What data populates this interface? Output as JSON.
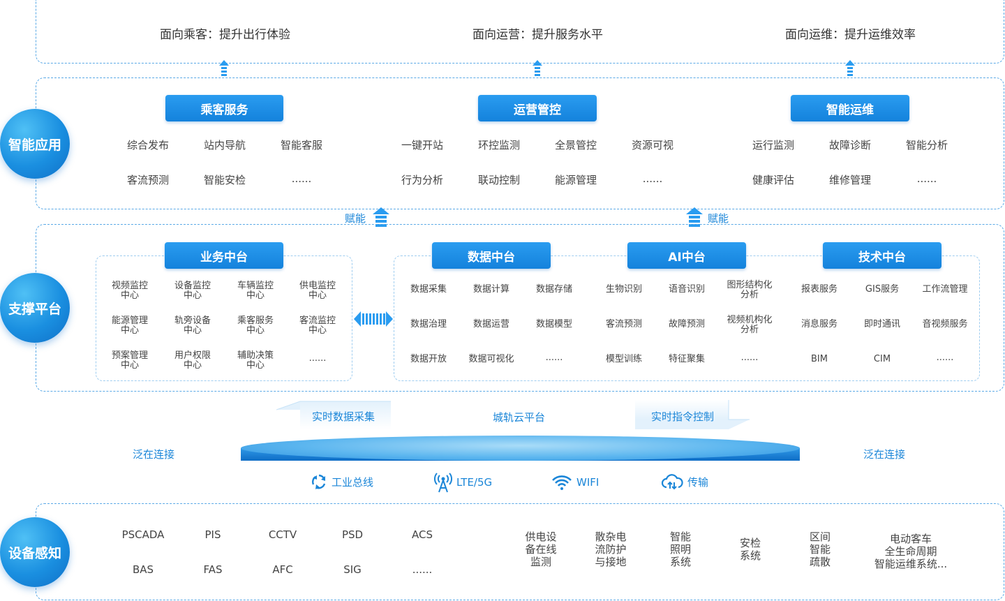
{
  "goals": [
    "面向乘客：提升出行体验",
    "面向运营：提升服务水平",
    "面向运维：提升运维效率"
  ],
  "layers": {
    "app": "智能应用",
    "platform": "支撑平台",
    "device": "设备感知"
  },
  "app_groups": [
    {
      "title": "乘客服务",
      "rows": [
        [
          "综合发布",
          "站内导航",
          "智能客服"
        ],
        [
          "客流预测",
          "智能安检",
          "......"
        ]
      ]
    },
    {
      "title": "运营管控",
      "rows": [
        [
          "一键开站",
          "环控监测",
          "全景管控",
          "资源可视"
        ],
        [
          "行为分析",
          "联动控制",
          "能源管理",
          "......"
        ]
      ]
    },
    {
      "title": "智能运维",
      "rows": [
        [
          "运行监测",
          "故障诊断",
          "智能分析"
        ],
        [
          "健康评估",
          "维修管理",
          "......"
        ]
      ]
    }
  ],
  "empower": [
    "赋能",
    "赋能"
  ],
  "platforms": {
    "business": {
      "title": "业务中台",
      "items": [
        [
          "视频监控",
          "中心"
        ],
        [
          "设备监控",
          "中心"
        ],
        [
          "车辆监控",
          "中心"
        ],
        [
          "供电监控",
          "中心"
        ],
        [
          "能源管理",
          "中心"
        ],
        [
          "轨旁设备",
          "中心"
        ],
        [
          "乘客服务",
          "中心"
        ],
        [
          "客流监控",
          "中心"
        ],
        [
          "预案管理",
          "中心"
        ],
        [
          "用户权限",
          "中心"
        ],
        [
          "辅助决策",
          "中心"
        ],
        [
          "......",
          ""
        ]
      ]
    },
    "data": {
      "title": "数据中台",
      "items": [
        "数据采集",
        "数据计算",
        "数据存储",
        "数据治理",
        "数据运营",
        "数据模型",
        "数据开放",
        "数据可视化",
        "......"
      ]
    },
    "ai": {
      "title": "AI中台",
      "items": [
        [
          "生物识别",
          ""
        ],
        [
          "语音识别",
          ""
        ],
        [
          "图形结构化",
          "分析"
        ],
        [
          "客流预测",
          ""
        ],
        [
          "故障预测",
          ""
        ],
        [
          "视频机构化",
          "分析"
        ],
        [
          "模型训练",
          ""
        ],
        [
          "特征聚集",
          ""
        ],
        [
          "......",
          ""
        ]
      ]
    },
    "tech": {
      "title": "技术中台",
      "items": [
        "报表服务",
        "GIS服务",
        "工作流管理",
        "消息服务",
        "即时通讯",
        "音视频服务",
        "BIM",
        "CIM",
        "......"
      ]
    }
  },
  "cloud": {
    "collect": "实时数据采集",
    "platform": "城轨云平台",
    "control": "实时指令控制",
    "pervasive": "泛在连接"
  },
  "networks": [
    {
      "icon": "recycle-arrows-icon",
      "label": "工业总线"
    },
    {
      "icon": "antenna-icon",
      "label": "LTE/5G"
    },
    {
      "icon": "wifi-icon",
      "label": "WIFI"
    },
    {
      "icon": "cloud-icon",
      "label": "传输"
    }
  ],
  "devices_left": [
    [
      "PSCADA",
      "PIS",
      "CCTV",
      "PSD",
      "ACS"
    ],
    [
      "BAS",
      "FAS",
      "AFC",
      "SIG",
      "......"
    ]
  ],
  "devices_right": [
    [
      "供电设",
      "备在线",
      "监测"
    ],
    [
      "散杂电",
      "流防护",
      "与接地"
    ],
    [
      "智能",
      "照明",
      "系统"
    ],
    [
      "安检",
      "系统"
    ],
    [
      "区间",
      "智能",
      "疏散"
    ],
    [
      "电动客车",
      "全生命周期",
      "智能运维系统..."
    ]
  ],
  "colors": {
    "accent": "#1b86d8",
    "button": "#1a8fe6",
    "dash": "#5aa9e6"
  }
}
